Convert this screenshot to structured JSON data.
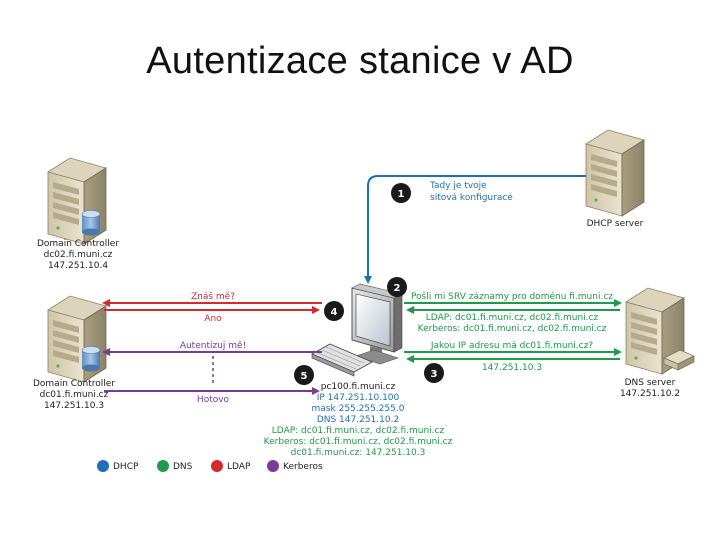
{
  "title": "Autentizace stanice v AD",
  "colors": {
    "dhcp": "#1f6fb5",
    "dns": "#1f9a4a",
    "ldap": "#d42a2a",
    "kerberos": "#7b3a96",
    "step_badge": "#1a1a1a"
  },
  "nodes": {
    "dc02": {
      "icon": "server-icon",
      "lines": [
        "Domain Controller",
        "dc02.fi.muni.cz",
        "147.251.10.4"
      ]
    },
    "dc01": {
      "icon": "server-icon",
      "lines": [
        "Domain Controller",
        "dc01.fi.muni.cz",
        "147.251.10.3"
      ]
    },
    "dhcp": {
      "icon": "server-icon",
      "lines": [
        "DHCP server"
      ]
    },
    "dns": {
      "icon": "server-icon",
      "lines": [
        "DNS server",
        "147.251.10.2"
      ]
    },
    "pc": {
      "icon": "workstation-icon",
      "lines": [
        "pc100.fi.muni.cz",
        "IP 147.251.10.100",
        "mask 255.255.255.0",
        "DNS 147.251.10.2",
        "LDAP: dc01.fi.muni.cz, dc02.fi.muni.cz",
        "Kerberos: dc01.fi.muni.cz, dc02.fi.muni.cz",
        "dc01.fi.muni.cz: 147.251.10.3"
      ]
    }
  },
  "steps": [
    "1",
    "2",
    "3",
    "4",
    "5"
  ],
  "messages": {
    "dhcp_offer": [
      "Tady je tvoje",
      "síťová konfigurace"
    ],
    "srv_query": "Pošli mi SRV záznamy pro doménu fi.muni.cz",
    "srv_reply": [
      "LDAP: dc01.fi.muni.cz, dc02.fi.muni.cz",
      "Kerberos: dc01.fi.muni.cz, dc02.fi.muni.cz"
    ],
    "a_query": "Jakou IP adresu má dc01.fi.muni.cz?",
    "a_reply": "147.251.10.3",
    "ldap_query": "Znáš mě?",
    "ldap_reply": "Ano",
    "kerb_query": "Autentizuj mě!",
    "kerb_reply": "Hotovo"
  },
  "legend": [
    {
      "label": "DHCP",
      "color": "#1f6fb5"
    },
    {
      "label": "DNS",
      "color": "#1f9a4a"
    },
    {
      "label": "LDAP",
      "color": "#d42a2a"
    },
    {
      "label": "Kerberos",
      "color": "#7b3a96"
    }
  ]
}
